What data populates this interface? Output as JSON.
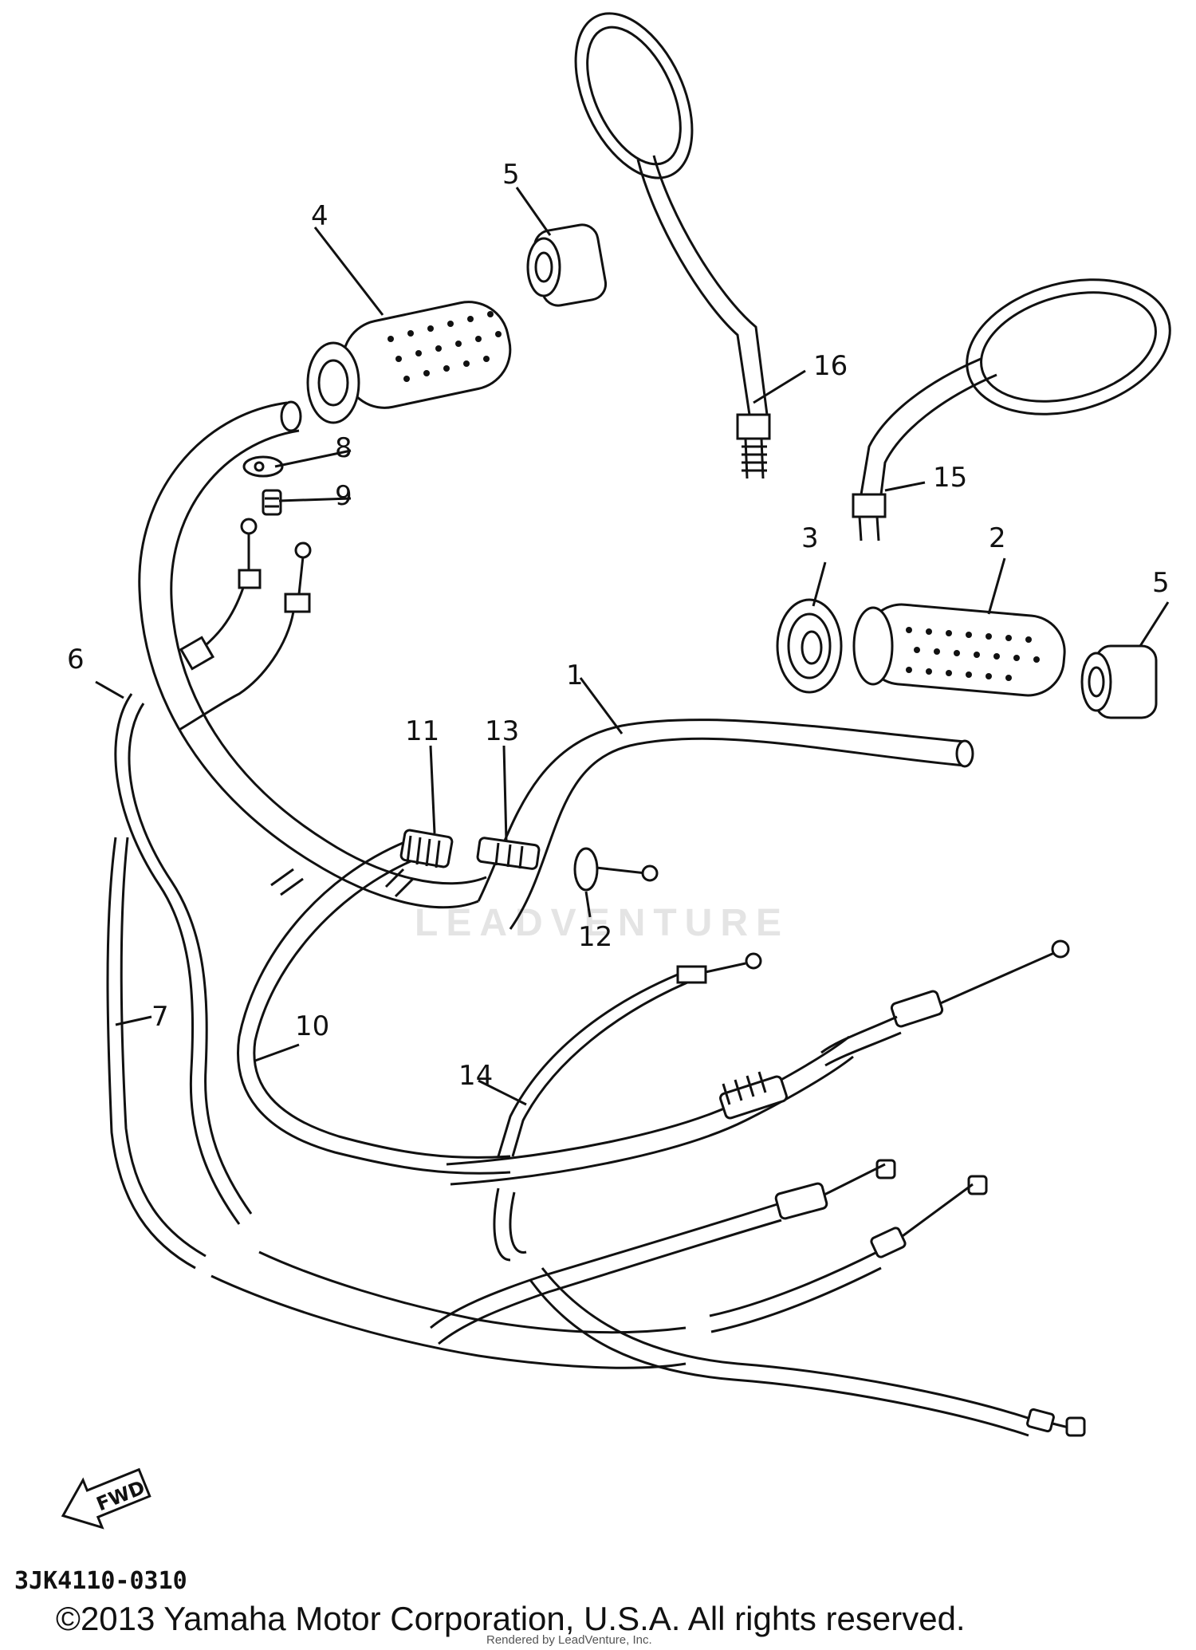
{
  "diagram": {
    "callouts": {
      "c1": "1",
      "c2": "2",
      "c3": "3",
      "c4": "4",
      "c5a": "5",
      "c5b": "5",
      "c6": "6",
      "c7": "7",
      "c8": "8",
      "c9": "9",
      "c10": "10",
      "c11": "11",
      "c12": "12",
      "c13": "13",
      "c14": "14",
      "c15": "15",
      "c16": "16"
    },
    "fwd_label": "FWD",
    "watermark": "LEADVENTURE",
    "diagram_code": "3JK4110-0310"
  },
  "footer": {
    "copyright": "©2013 Yamaha Motor Corporation, U.S.A. All rights reserved.",
    "rendered_by": "Rendered by LeadVenture, Inc."
  }
}
